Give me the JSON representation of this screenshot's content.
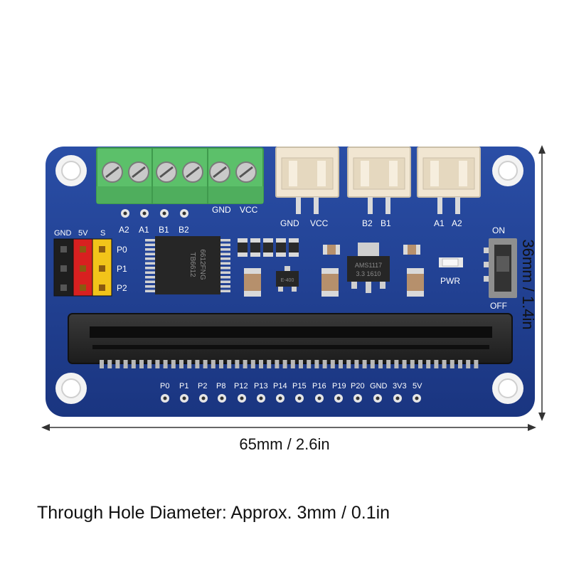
{
  "board": {
    "terminal_labels": [
      "GND",
      "VCC"
    ],
    "pad_labels": [
      "A2",
      "A1",
      "B1",
      "B2"
    ],
    "connector_labels": [
      {
        "left": "GND",
        "right": "VCC"
      },
      {
        "left": "B2",
        "right": "B1"
      },
      {
        "left": "A1",
        "right": "A2"
      }
    ],
    "header_col_labels": [
      "GND",
      "5V",
      "S"
    ],
    "header_row_labels": [
      "P0",
      "P1",
      "P2"
    ],
    "chip_text": [
      "TB6612",
      "6612FNG"
    ],
    "regulator_text": [
      "AMS1117",
      "3.3 1610"
    ],
    "transistor_text": "E-400",
    "pwr_label": "PWR",
    "switch_on": "ON",
    "switch_off": "OFF",
    "edge_pins": [
      "P0",
      "P1",
      "P2",
      "P8",
      "P12",
      "P13",
      "P14",
      "P15",
      "P16",
      "P19",
      "P20",
      "GND",
      "3V3",
      "5V"
    ],
    "colors": {
      "pcb": "#1f3f8f",
      "terminal": "#5cc06a",
      "header_red": "#d82020",
      "header_yellow": "#f2c41a",
      "connector": "#f1e6d2"
    }
  },
  "dimensions": {
    "width": "65mm / 2.6in",
    "height": "36mm / 1.4in"
  },
  "caption": "Through Hole Diameter: Approx. 3mm / 0.1in"
}
